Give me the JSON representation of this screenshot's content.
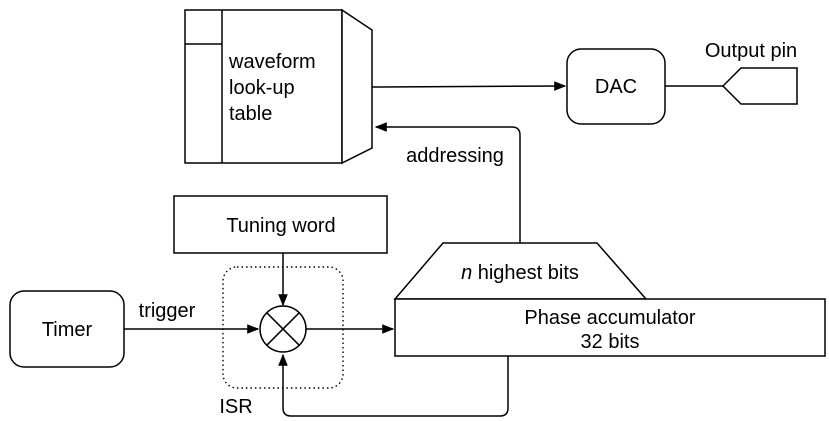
{
  "lut": {
    "label_lines": [
      "waveform",
      "look-up",
      "table"
    ]
  },
  "dac": {
    "label": "DAC"
  },
  "output_pin": {
    "label": "Output pin"
  },
  "addressing": {
    "label": "addressing"
  },
  "tuning_word": {
    "label": "Tuning word"
  },
  "timer": {
    "label": "Timer"
  },
  "trigger": {
    "label": "trigger"
  },
  "isr": {
    "label": "ISR"
  },
  "highest_bits": {
    "italic_prefix": "n",
    "suffix": " highest bits"
  },
  "phase_accumulator": {
    "label_lines": [
      "Phase accumulator",
      "32 bits"
    ]
  }
}
